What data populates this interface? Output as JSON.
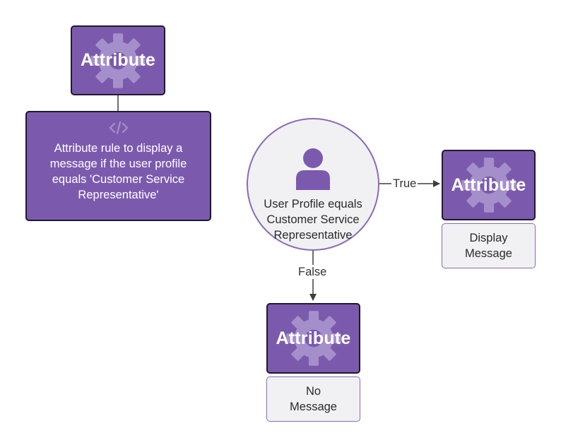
{
  "nodes": {
    "attribute_tile_title": "Attribute",
    "description": "Attribute rule to display a message if the user profile equals 'Customer Service Representative'",
    "decision": "User Profile equals Customer Service Representative",
    "true_outcome": "Display Message",
    "false_outcome": "No Message"
  },
  "edges": {
    "true_label": "True",
    "false_label": "False"
  },
  "icons": {
    "tile_icon": "gear-icon",
    "description_icon": "code-icon",
    "decision_icon": "person-icon"
  },
  "colors": {
    "tile_fill": "#7b5aae",
    "tile_border": "#1f1a2b",
    "gear": "#a58fcb",
    "decision_fill": "#f1f1f3",
    "decision_border": "#8a6ab8",
    "person": "#7b5aae",
    "connector": "#4a4a4a"
  }
}
